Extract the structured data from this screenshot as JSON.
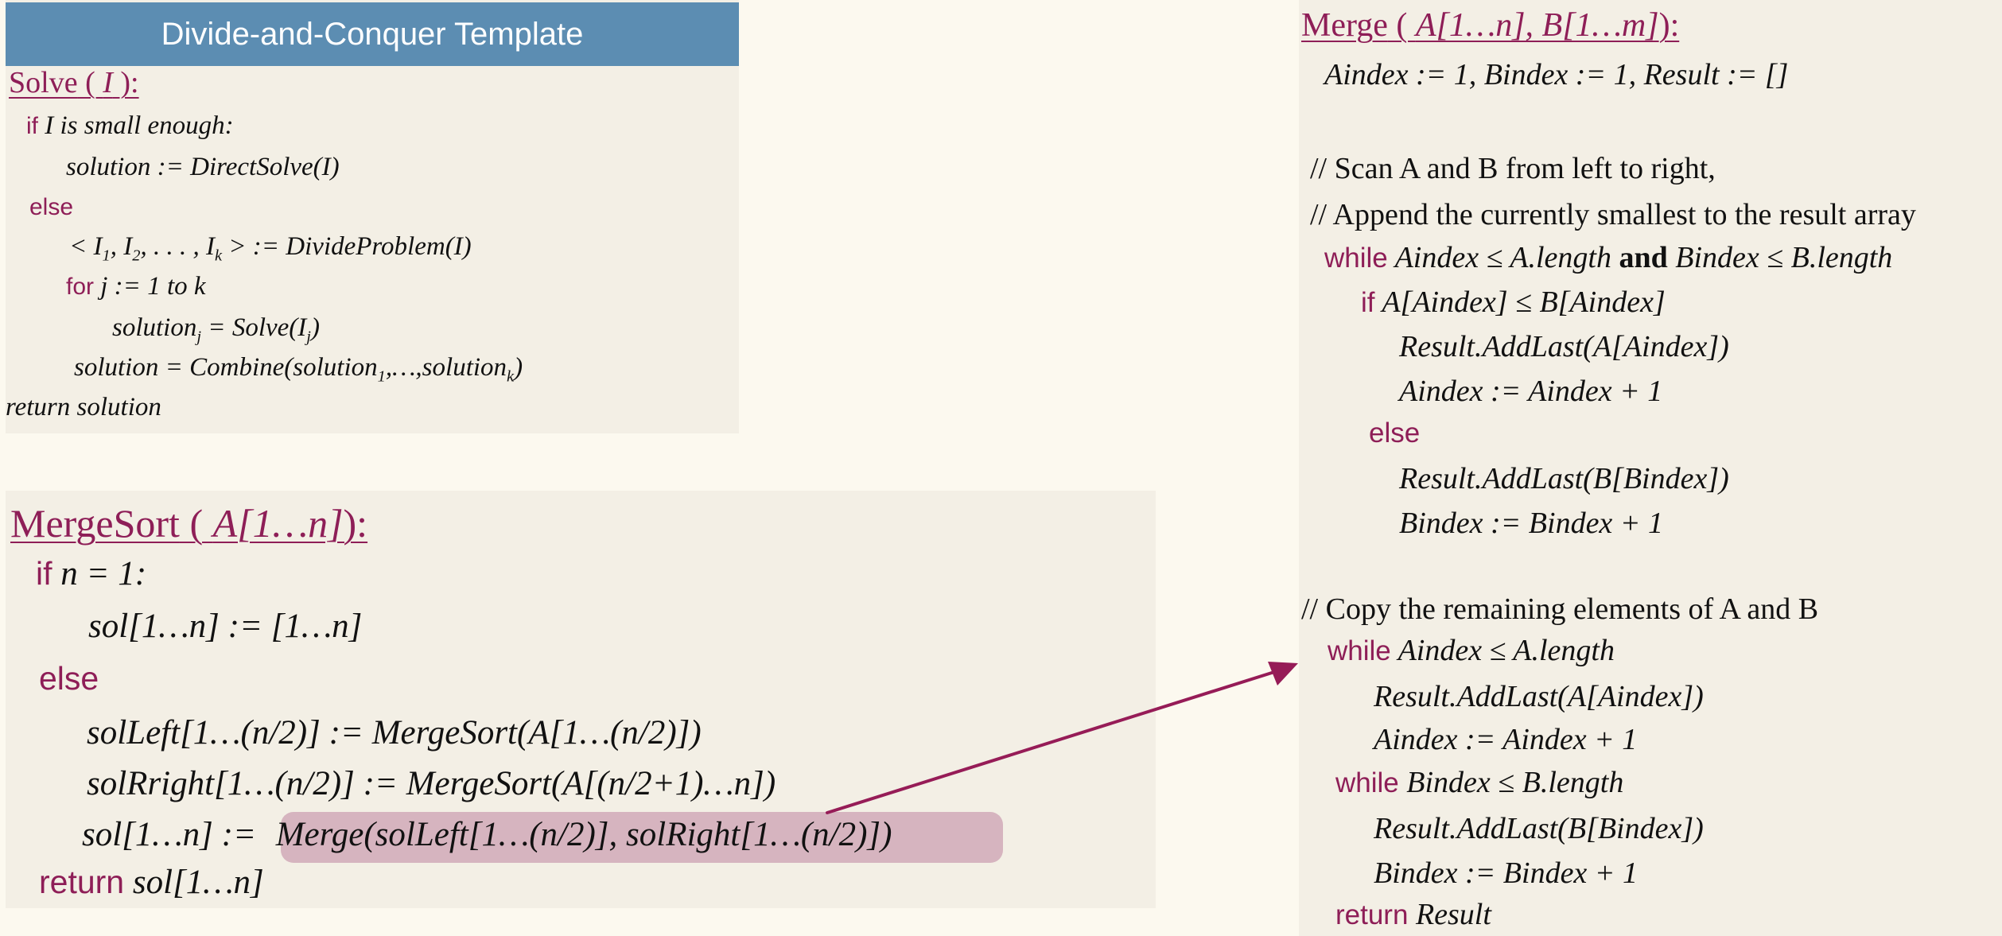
{
  "template": {
    "header": "Divide-and-Conquer Template",
    "heading": "Solve",
    "param": "I",
    "if_kw": "if",
    "cond": "I is small enough:",
    "l2_a": "solution",
    "l2_b": ":= DirectSolve(I)",
    "else_kw": "else",
    "l4_lt": "< I",
    "l4_s1": "1",
    "l4_c1": ", I",
    "l4_s2": "2",
    "l4_mid": ", . . . , I",
    "l4_s3": "k",
    "l4_rest": " >  := DivideProblem(I)",
    "for_kw": "for",
    "l5": "j := 1 to k",
    "l6_a": "solution",
    "l6_s1": "j",
    "l6_b": " = Solve(I",
    "l6_s2": "j",
    "l6_c": ")",
    "l7_a": "solution = Combine(solution",
    "l7_s1": "1",
    "l7_b": ",…,solution",
    "l7_s2": "k",
    "l7_c": ")",
    "l8": "return solution"
  },
  "mergesort": {
    "heading": "MergeSort",
    "param": "A[1…n]",
    "if_kw": "if",
    "cond": "n = 1:",
    "l2": "sol[1…n]  :=  [1…n]",
    "else_kw": "else",
    "l4": "solLeft[1…(n/2)] := MergeSort(A[1…(n/2)])",
    "l5": "solRright[1…(n/2)] := MergeSort(A[(n/2+1)…n])",
    "l6_a": "sol[1…n] :=",
    "l6_b": "Merge(solLeft[1…(n/2)], solRight[1…(n/2)])",
    "return_kw": "return",
    "l7": "sol[1…n]"
  },
  "merge": {
    "heading": "Merge",
    "param": "A[1…n], B[1…m]",
    "l1": "Aindex := 1, Bindex := 1,  Result := []",
    "c1": "// Scan A and B from left to right,",
    "c2": "//  Append the currently smallest to the result array",
    "while_kw": "while",
    "w1_a": "Aindex ≤ A.length ",
    "and_kw": "and",
    "w1_b": " Bindex ≤ B.length",
    "if_kw": "if",
    "if1": "A[Aindex] ≤ B[Aindex]",
    "r1": "Result.AddLast(A[Aindex])",
    "r2": "Aindex := Aindex + 1",
    "else_kw": "else",
    "r3": "Result.AddLast(B[Bindex])",
    "r4": "Bindex := Bindex + 1",
    "c3": "// Copy the remaining elements of  A and B",
    "w2": "Aindex ≤ A.length",
    "r5": "Result.AddLast(A[Aindex])",
    "r6": "Aindex := Aindex + 1",
    "w3": "Bindex ≤ B.length",
    "r7": "Result.AddLast(B[Bindex])",
    "r8": "Bindex := Bindex + 1",
    "return_kw": "return",
    "ret": "Result"
  },
  "colors": {
    "keyword": "#8e1e57",
    "header_bg": "#5c8db2",
    "highlight": "#d6b4bf",
    "arrow": "#961c57"
  }
}
